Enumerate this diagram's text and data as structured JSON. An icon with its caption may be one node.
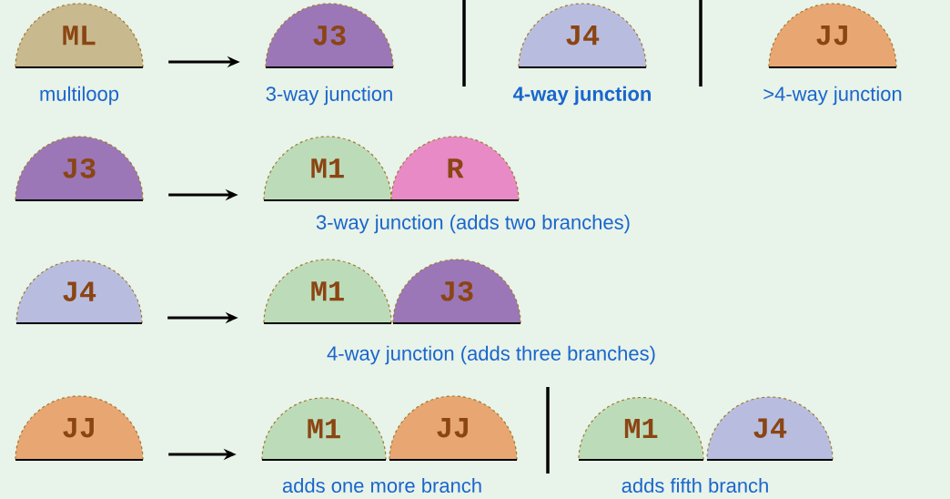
{
  "diagram": {
    "nodes": [
      {
        "text": [
          "ML"
        ],
        "beside": [
          "multiloop"
        ]
      },
      {
        "text": [
          "J3"
        ],
        "beside": [
          "3-way junction"
        ]
      },
      {
        "text": [
          "J4"
        ],
        "beside": [
          "4-way junction"
        ]
      },
      {
        "text": [
          "JJ"
        ],
        "beside": [
          ">4-way junction"
        ]
      },
      {
        "text": [
          "J3"
        ]
      },
      {
        "text": [
          "M1"
        ]
      },
      {
        "text": [
          "R"
        ]
      },
      {
        "text": [
          "J4"
        ]
      },
      {
        "text": [
          "M1"
        ]
      },
      {
        "text": [
          "J3"
        ]
      },
      {
        "text": [
          "JJ"
        ]
      },
      {
        "text": [
          "M1"
        ]
      },
      {
        "text": [
          "JJ"
        ]
      },
      {
        "text": [
          "M1"
        ]
      },
      {
        "text": [
          "J4"
        ]
      }
    ],
    "edges": [
      {
        "from": 0,
        "to": 1,
        "arrow": "to"
      },
      {
        "from": 4,
        "to": 5,
        "arrow": "to"
      },
      {
        "from": 7,
        "to": 8,
        "arrow": "to"
      },
      {
        "from": 10,
        "to": 11,
        "arrow": "to"
      }
    ],
    "labels": [
      "3-way junction (adds two branches)",
      "4-way junction (adds three branches)",
      "adds one more branch",
      "adds fifth branch"
    ]
  }
}
